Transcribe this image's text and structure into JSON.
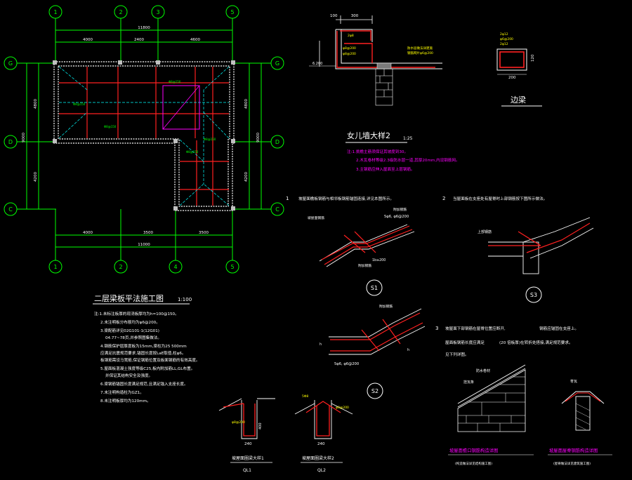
{
  "colors": {
    "background": "#000000",
    "axis": "#00ff00",
    "rebar_red": "#ff2020",
    "wall_white": "#ffffff",
    "cyan": "#00ffff",
    "magenta": "#ff00ff",
    "yellow": "#ffff00",
    "grey": "#c0c0c0"
  },
  "plan": {
    "axes_top": [
      "1",
      "2",
      "3",
      "5"
    ],
    "axes_bottom": [
      "1",
      "2",
      "4",
      "5"
    ],
    "axes_left": [
      "G",
      "D",
      "C"
    ],
    "axes_right": [
      "G",
      "D",
      "C"
    ],
    "dims_top_total": "11800",
    "dims_top": [
      "4000",
      "2400",
      "4600"
    ],
    "dims_bottom_total": "11000",
    "dims_bottom": [
      "4000",
      "3500",
      "3500"
    ],
    "dims_left_total": "9000",
    "dims_left": [
      "4800",
      "4200"
    ],
    "dims_right_total": "9000",
    "dims_right": [
      "4800",
      "4200"
    ]
  },
  "parapet": {
    "dim_width": "300",
    "dim_small": "100",
    "level": "6.200",
    "title": "女儿墙大样2",
    "scale": "1:25",
    "notes": [
      "注:1.挑檐主筋须保证其坡度到30。",
      "2.木瓦卷材等级2.3级防水层一道,其厚20mm,内设钢筋网。",
      "3.主钢筋应伸入屋面至上层钢筋。"
    ]
  },
  "edge_beam": {
    "title": "边梁",
    "dim_w": "200",
    "dim_h": "120"
  },
  "section1": {
    "num": "1",
    "text": "坡屋面檐板钢筋与相邻板钢筋锚固连接,详见本图所示。",
    "label": "S1",
    "rebar": "5φ6, φ6@200"
  },
  "section2": {
    "num": "2",
    "text": "当屋面板在支座处有屋脊时上部钢筋按下图所示做法。",
    "label": "S3",
    "sub": "上部钢筋"
  },
  "section3": {
    "num": "3",
    "line1": "坡屋面下部钢筋在屋脊位置应断开,",
    "line1b": "钢筋应锚固在支座上。",
    "line2": "屋面板钢筋长度应满足",
    "line2b": "(20 倍板厚)在转折处搭接,满足规范要求。",
    "line3": "见下列详图。",
    "label": "S2",
    "rebar": "5φ6, φ6@200"
  },
  "plan_title": "二层梁板平法施工图",
  "plan_scale": "1:100",
  "plan_notes": [
    "注:1.未标注板厚的现浇板厚均为h=100@150。",
    "2.未注明板分布筋均为φ6@200。",
    "3.梁配筋详见02G101-1(12G01)",
    "04.77~78页,并参照图集做法。",
    "4.钢筋保护层厚度板为15mm,梁柱为25 500mm",
    "应满足抗震规范要求,锚固长度按LaE取值,柱φ6。",
    "板钢筋需设马凳筋,保证钢筋位置及板面钢筋的有效高度。",
    "5.屋面板混凝土强度等级C25,板内附加筋LL,GL布置。",
    "并保证其结构安全及强度。",
    "6.梁钢筋锚固长度满足规范,且满足锚入支座长度。",
    "7.未注明构造柱为GZ1。",
    "8.未注明板厚均为120mm。"
  ],
  "detail_ql1": {
    "title": "坡屋面圈梁大样1",
    "sub": "QL1",
    "dim": "240",
    "h": "400",
    "note": "φ8@200"
  },
  "detail_ql2": {
    "title": "坡屋面圈梁大样2",
    "sub": "QL2",
    "dim": "240",
    "note": "φ8@200"
  },
  "eave_detail": {
    "title": "坡屋面檐口钢筋构造详图",
    "footer": "(构造做法详见结构施工图)",
    "label_top": "防水卷材",
    "label_mid": "挂瓦条"
  },
  "ridge_detail": {
    "title": "坡屋面屋脊钢筋构造详图",
    "footer": "(屋脊做法详见建筑施工图)",
    "label_top": "脊瓦"
  }
}
